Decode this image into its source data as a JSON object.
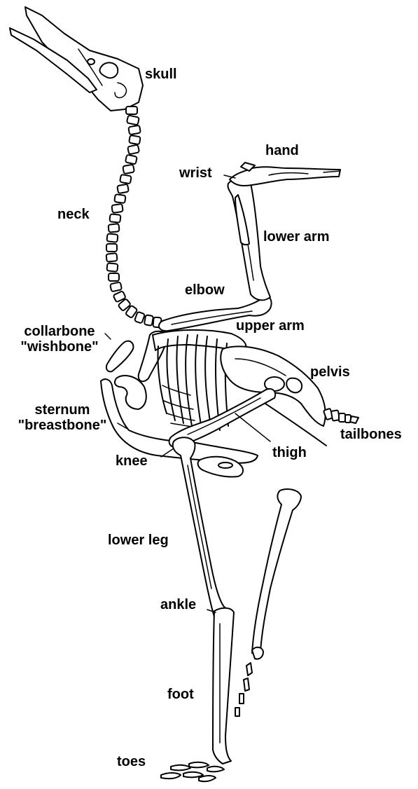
{
  "labels": {
    "skull": "skull",
    "hand": "hand",
    "wrist": "wrist",
    "neck": "neck",
    "lower_arm": "lower arm",
    "elbow": "elbow",
    "collarbone_line1": "collarbone",
    "collarbone_line2": "\"wishbone\"",
    "upper_arm": "upper arm",
    "pelvis": "pelvis",
    "sternum_line1": "sternum",
    "sternum_line2": "\"breastbone\"",
    "tailbones": "tailbones",
    "knee": "knee",
    "thigh": "thigh",
    "lower_leg": "lower leg",
    "ankle": "ankle",
    "foot": "foot",
    "toes": "toes"
  }
}
